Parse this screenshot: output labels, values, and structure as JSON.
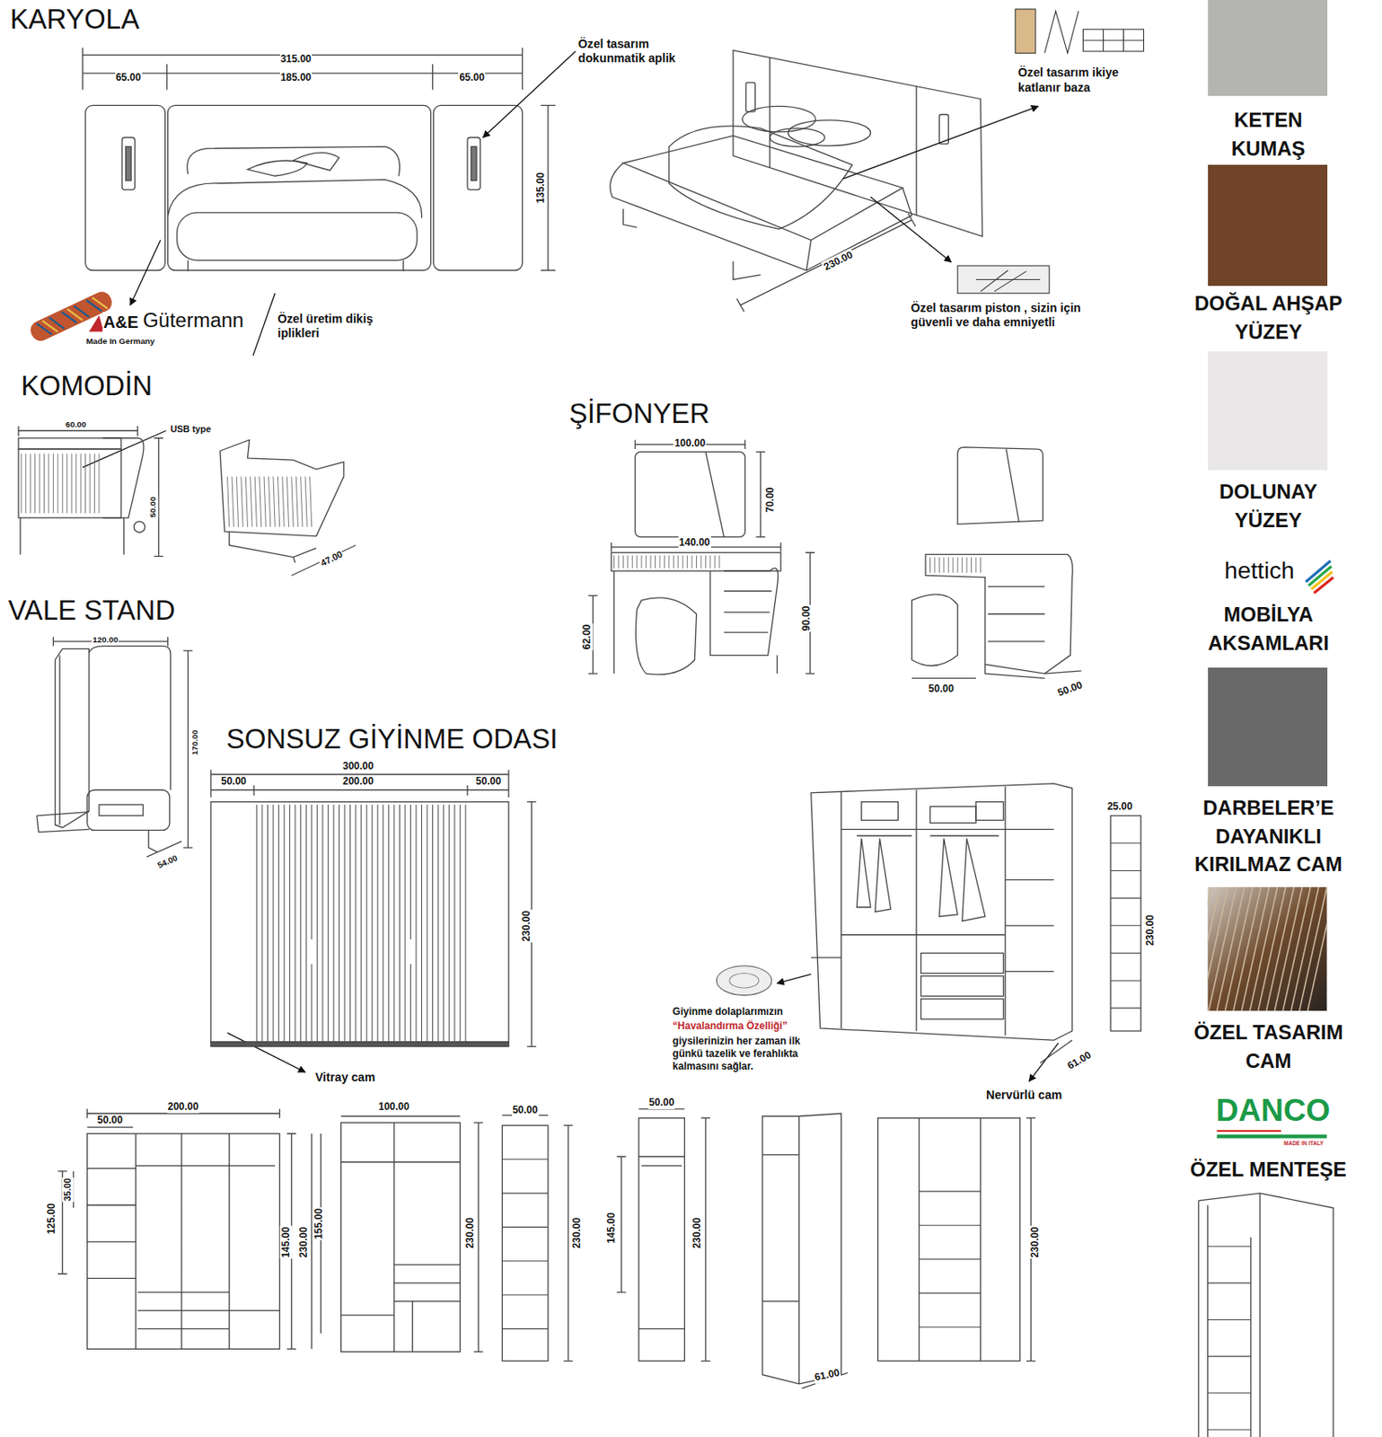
{
  "diagram": {
    "labels": [
      "KARYOLA",
      "315.00",
      "65.00",
      "185.00",
      "65.00",
      "135.00",
      "Özel tasarım dokunmatik aplik",
      "A&E",
      "Made In Germany",
      "Gütermann",
      "Özel üretim dikiş iplikleri",
      "Özel tasarım ikiye katlanır baza",
      "230.00",
      "Özel tasarım piston , sizin için güvenli ve daha emniyetli",
      "KOMODİN",
      "60.00",
      "USB type",
      "50.00",
      "47.00",
      "ŞİFONYER",
      "100.00",
      "70.00",
      "140.00",
      "62.00",
      "90.00",
      "50.00",
      "50.00",
      "VALE STAND",
      "120.00",
      "170.00",
      "54.00",
      "SONSUZ GİYİNME ODASI",
      "300.00",
      "50.00",
      "200.00",
      "50.00",
      "230.00",
      "Vitray cam",
      "Giyinme dolaplarımızın",
      "“Havalandırma Özelliği”",
      "giysilerinizin her zaman ilk günkü tazelik ve ferahlıkta kalmasını sağlar.",
      "25.00",
      "230.00",
      "61.00",
      "Nervürlü cam",
      "200.00",
      "50.00",
      "125.00",
      "35.00",
      "145.00",
      "230.00",
      "100.00",
      "155.00",
      "230.00",
      "50.00",
      "230.00",
      "50.00",
      "145.00",
      "230.00",
      "61.00",
      "230.00",
      "hettich",
      "DANCO",
      "MADE IN ITALY"
    ],
    "legend": [
      {
        "text": "KETEN KUMAŞ",
        "color": "#b4b5b1"
      },
      {
        "text": "DOĞAL AHŞAP YÜZEY",
        "color": "#6f4428"
      },
      {
        "text": "DOLUNAY YÜZEY",
        "color": "#e9e7e7"
      },
      {
        "text": "MOBİLYA AKSAMLARI"
      },
      {
        "text": "DARBELER’E DAYANIKLI KIRILMAZ CAM",
        "color": "#696969"
      },
      {
        "text": "ÖZEL TASARIM CAM"
      },
      {
        "text": "ÖZEL MENTEŞE"
      }
    ]
  }
}
